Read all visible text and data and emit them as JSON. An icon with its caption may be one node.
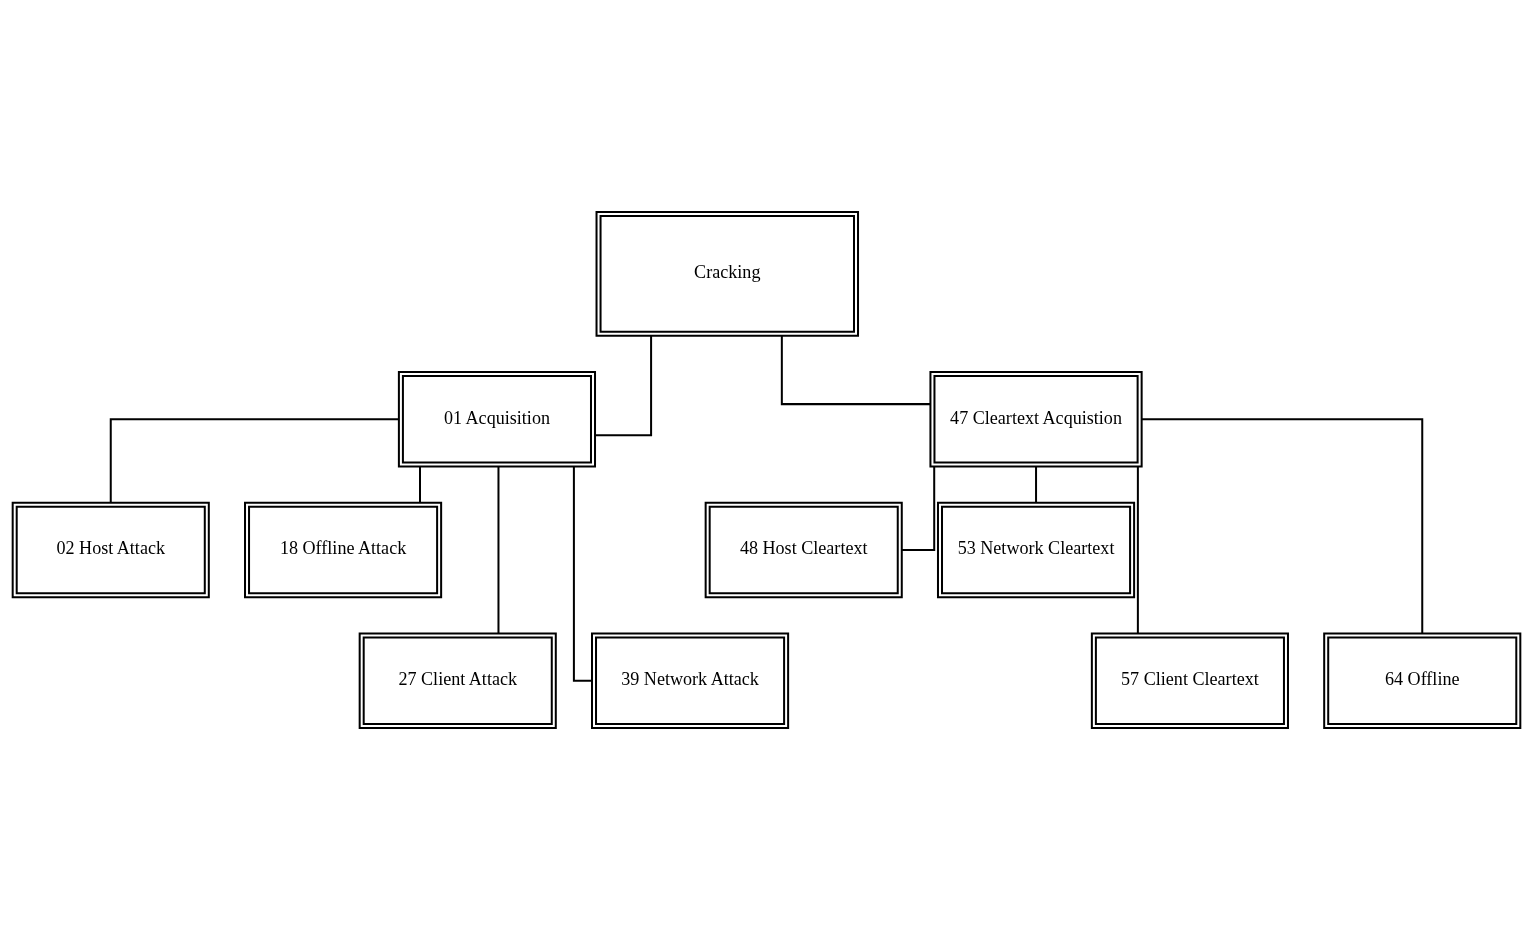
{
  "diagram": {
    "nodes": [
      {
        "text": [
          "Cracking"
        ]
      },
      {
        "text": [
          "01 Acquisition"
        ]
      },
      {
        "text": [
          "47 Cleartext Acquistion"
        ]
      },
      {
        "text": [
          "02 Host Attack"
        ]
      },
      {
        "text": [
          "18 Offline Attack"
        ]
      },
      {
        "text": [
          "27 Client Attack"
        ]
      },
      {
        "text": [
          "39 Network Attack"
        ]
      },
      {
        "text": [
          "48 Host Cleartext"
        ]
      },
      {
        "text": [
          "53 Network Cleartext"
        ]
      },
      {
        "text": [
          "57 Client Cleartext"
        ]
      },
      {
        "text": [
          "64 Offline"
        ]
      }
    ],
    "edges": [
      {
        "from": 0,
        "to": 1,
        "arrow": "none"
      },
      {
        "from": 0,
        "to": 2,
        "arrow": "none"
      },
      {
        "from": 1,
        "to": 3,
        "arrow": "none"
      },
      {
        "from": 1,
        "to": 4,
        "arrow": "none"
      },
      {
        "from": 1,
        "to": 5,
        "arrow": "none"
      },
      {
        "from": 1,
        "to": 6,
        "arrow": "none"
      },
      {
        "from": 2,
        "to": 7,
        "arrow": "none"
      },
      {
        "from": 2,
        "to": 8,
        "arrow": "none"
      },
      {
        "from": 2,
        "to": 9,
        "arrow": "none"
      },
      {
        "from": 2,
        "to": 10,
        "arrow": "none"
      }
    ]
  }
}
